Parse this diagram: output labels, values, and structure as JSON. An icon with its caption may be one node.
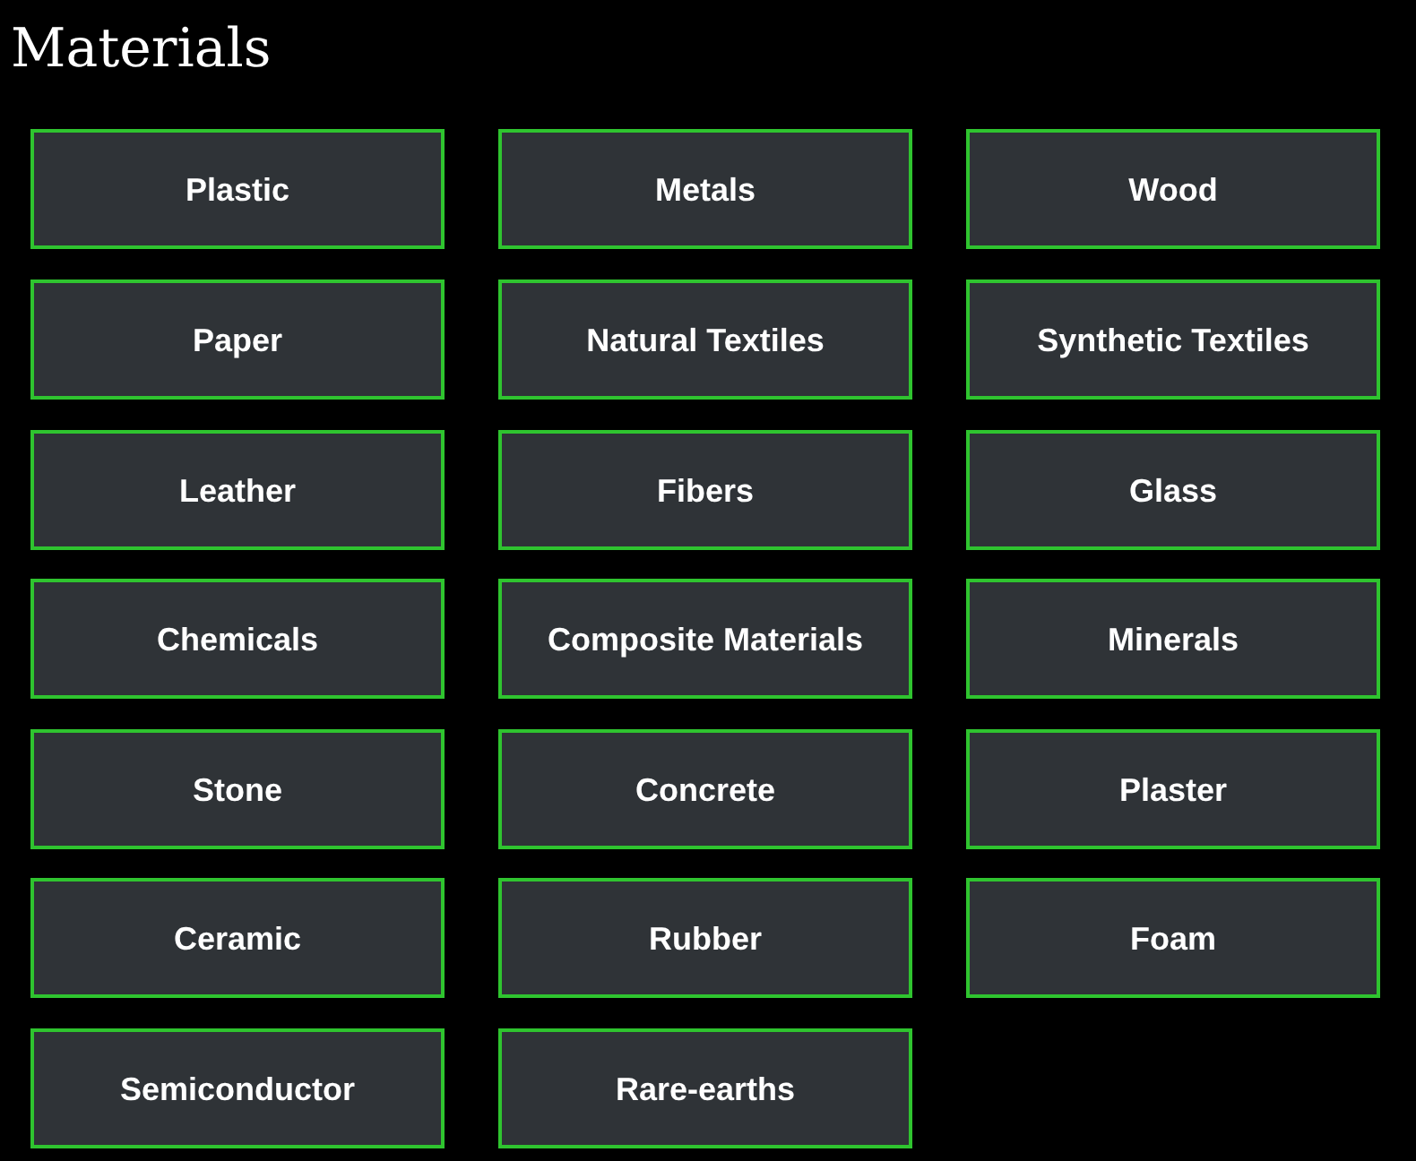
{
  "diagram": {
    "title": "Materials",
    "nodes": [
      {
        "text": [
          "Plastic"
        ]
      },
      {
        "text": [
          "Metals"
        ]
      },
      {
        "text": [
          "Wood"
        ]
      },
      {
        "text": [
          "Paper"
        ]
      },
      {
        "text": [
          "Natural Textiles"
        ]
      },
      {
        "text": [
          "Synthetic Textiles"
        ]
      },
      {
        "text": [
          "Leather"
        ]
      },
      {
        "text": [
          "Fibers"
        ]
      },
      {
        "text": [
          "Glass"
        ]
      },
      {
        "text": [
          "Chemicals"
        ]
      },
      {
        "text": [
          "Composite Materials"
        ]
      },
      {
        "text": [
          "Minerals"
        ]
      },
      {
        "text": [
          "Stone"
        ]
      },
      {
        "text": [
          "Concrete"
        ]
      },
      {
        "text": [
          "Plaster"
        ]
      },
      {
        "text": [
          "Ceramic"
        ]
      },
      {
        "text": [
          "Rubber"
        ]
      },
      {
        "text": [
          "Foam"
        ]
      },
      {
        "text": [
          "Semiconductor"
        ]
      },
      {
        "text": [
          "Rare-earths"
        ]
      }
    ]
  }
}
